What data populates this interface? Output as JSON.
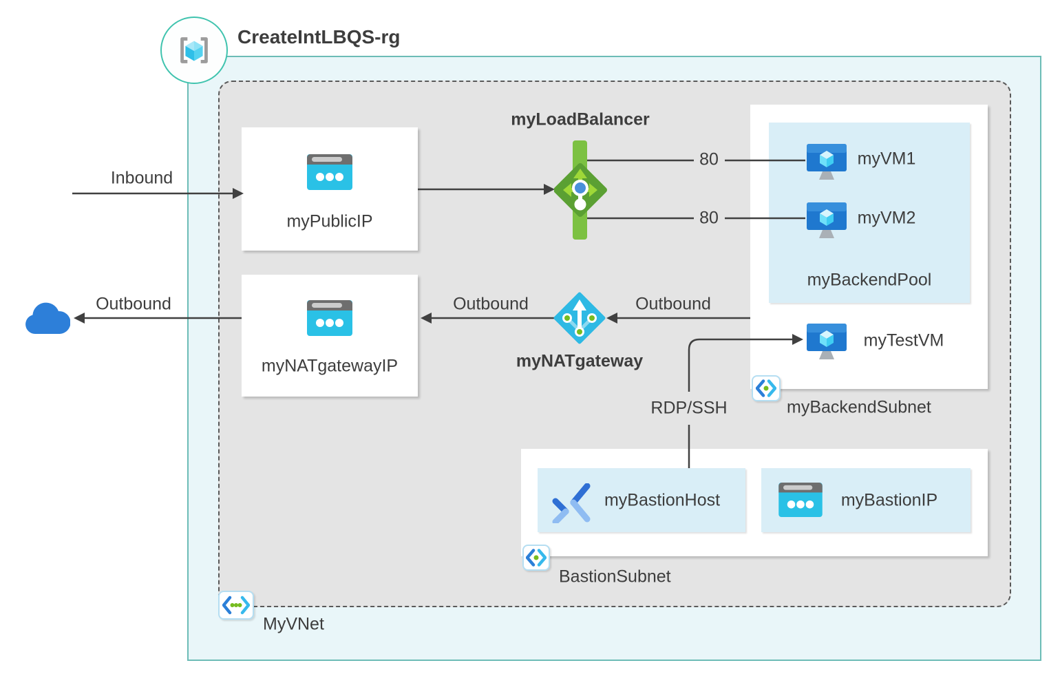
{
  "title": "CreateIntLBQS-rg",
  "labels": {
    "load_balancer": "myLoadBalancer",
    "public_ip": "myPublicIP",
    "nat_gateway_ip": "myNATgatewayIP",
    "nat_gateway": "myNATgateway",
    "vm1": "myVM1",
    "vm2": "myVM2",
    "backend_pool": "myBackendPool",
    "test_vm": "myTestVM",
    "backend_subnet": "myBackendSubnet",
    "bastion_host": "myBastionHost",
    "bastion_ip": "myBastionIP",
    "bastion_subnet": "BastionSubnet",
    "vnet": "MyVNet"
  },
  "edge_labels": {
    "inbound": "Inbound",
    "outbound_to_internet": "Outbound",
    "outbound_left": "Outbound",
    "outbound_right": "Outbound",
    "port_top": "80",
    "port_bottom": "80",
    "rdp_ssh": "RDP/SSH"
  },
  "icons": {
    "resource_group": "resource-group-icon",
    "vnet": "virtual-network-icon",
    "subnet": "subnet-icon",
    "load_balancer": "load-balancer-icon",
    "nat_gateway": "nat-gateway-icon",
    "public_ip": "public-ip-icon",
    "virtual_machine": "virtual-machine-icon",
    "bastion": "bastion-icon",
    "internet": "cloud-icon"
  },
  "colors": {
    "outer_fill": "#e9f6f9",
    "outer_border": "#6cbcb6",
    "vnet_fill": "#e4e4e4",
    "vnet_border": "#595959",
    "node_fill": "#ffffff",
    "pool_fill": "#d9eef7",
    "line": "#404040",
    "text": "#3d3d3d",
    "lb_bar_green": "#7cc142",
    "lb_diamond_green": "#5ba033",
    "lb_arrow_green": "#9fd838",
    "lb_center_blue": "#4a90d9",
    "nat_cyan": "#2eb9e4",
    "green_dot": "#76bc1f",
    "vm_blue": "#1f78cf",
    "vm_cube_cyan": "#6fe0fa",
    "ip_body_cyan": "#2ac1e6",
    "ip_header_gray": "#6e6e6e",
    "cloud_blue": "#2d7fd9",
    "bastion_dark_blue": "#2f6fd4",
    "bastion_light_blue": "#8fbcf2",
    "subnet_bracket_left": "#2b7fd8",
    "subnet_bracket_right": "#36b9ec",
    "rg_border_teal": "#3fc3ae",
    "bracket_gray": "#9c9c9c"
  }
}
